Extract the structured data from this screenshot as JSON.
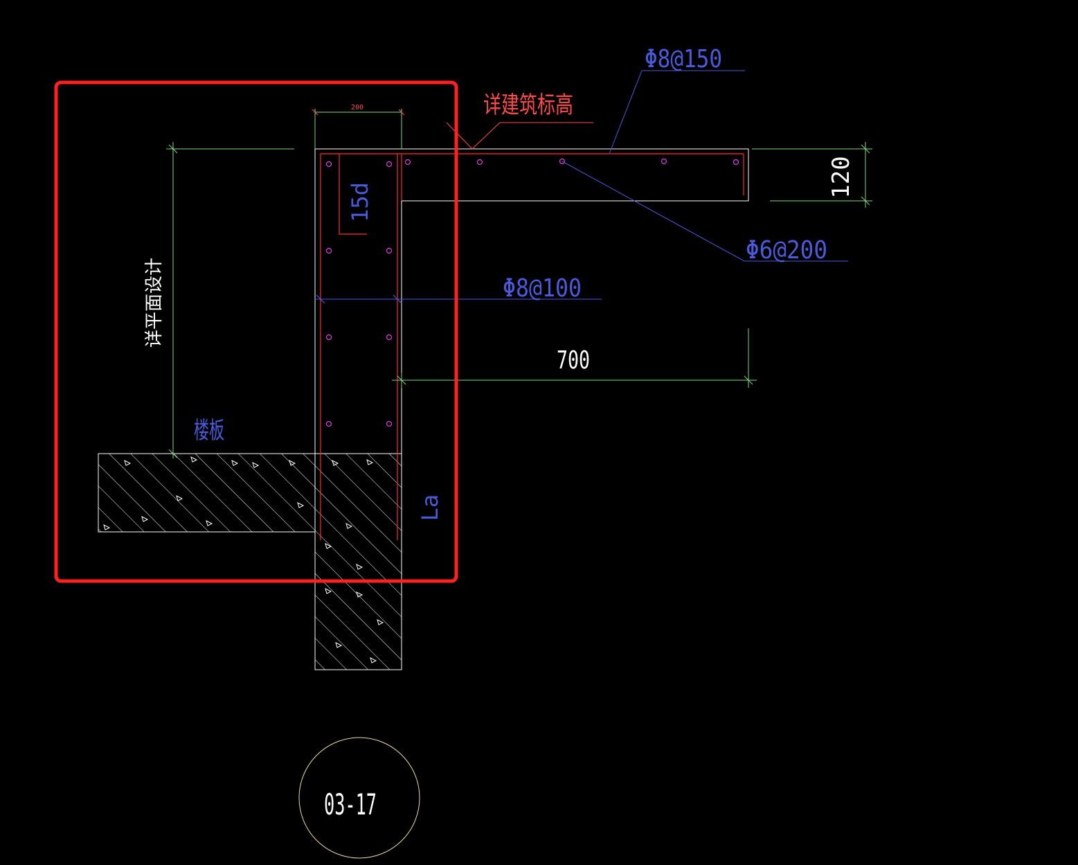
{
  "labels": {
    "top_width_dim": "200",
    "elevation_note": "详建筑标高",
    "rebar_top": "Φ8@150",
    "rebar_dist": "Φ6@200",
    "rebar_column": "Φ8@100",
    "thickness_dim": "120",
    "hook_len": "15d",
    "height_note": "详平面设计",
    "projection_dim": "700",
    "slab_label": "楼板",
    "anchor_len": "La",
    "detail_ref": "03-17"
  },
  "colors": {
    "background": "#000000",
    "outline": "#ffffff",
    "rebar": "#ff2a2a",
    "rebar_dot": "#e040e0",
    "dimension": "#7fd87f",
    "leader": "#4a5ad8",
    "note_red": "#ff4a4a",
    "highlight": "#ff2020",
    "circle": "#e8e0a0"
  }
}
